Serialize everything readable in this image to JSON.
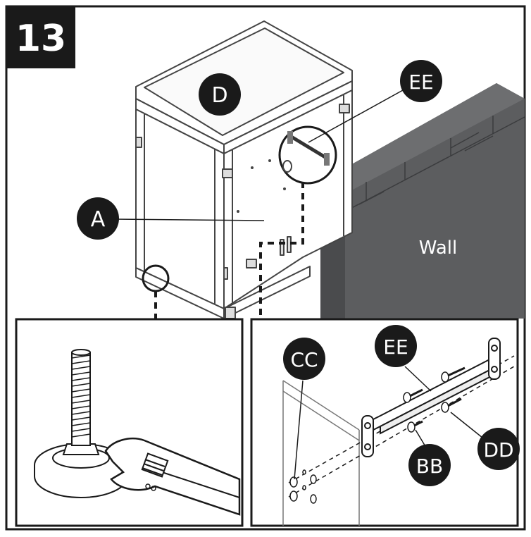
{
  "step": {
    "number": "13"
  },
  "labels": {
    "d": "D",
    "a": "A",
    "ee_main": "EE",
    "wall": "Wall",
    "cc": "CC",
    "ee_detail": "EE",
    "bb": "BB",
    "dd": "DD"
  },
  "colors": {
    "frame": "#1a1a1a",
    "callout_fill": "#1a1a1a",
    "callout_text": "#ffffff",
    "wall_face": "#58595b",
    "wall_top": "#6d6e70",
    "cabinet_line": "#444444"
  }
}
